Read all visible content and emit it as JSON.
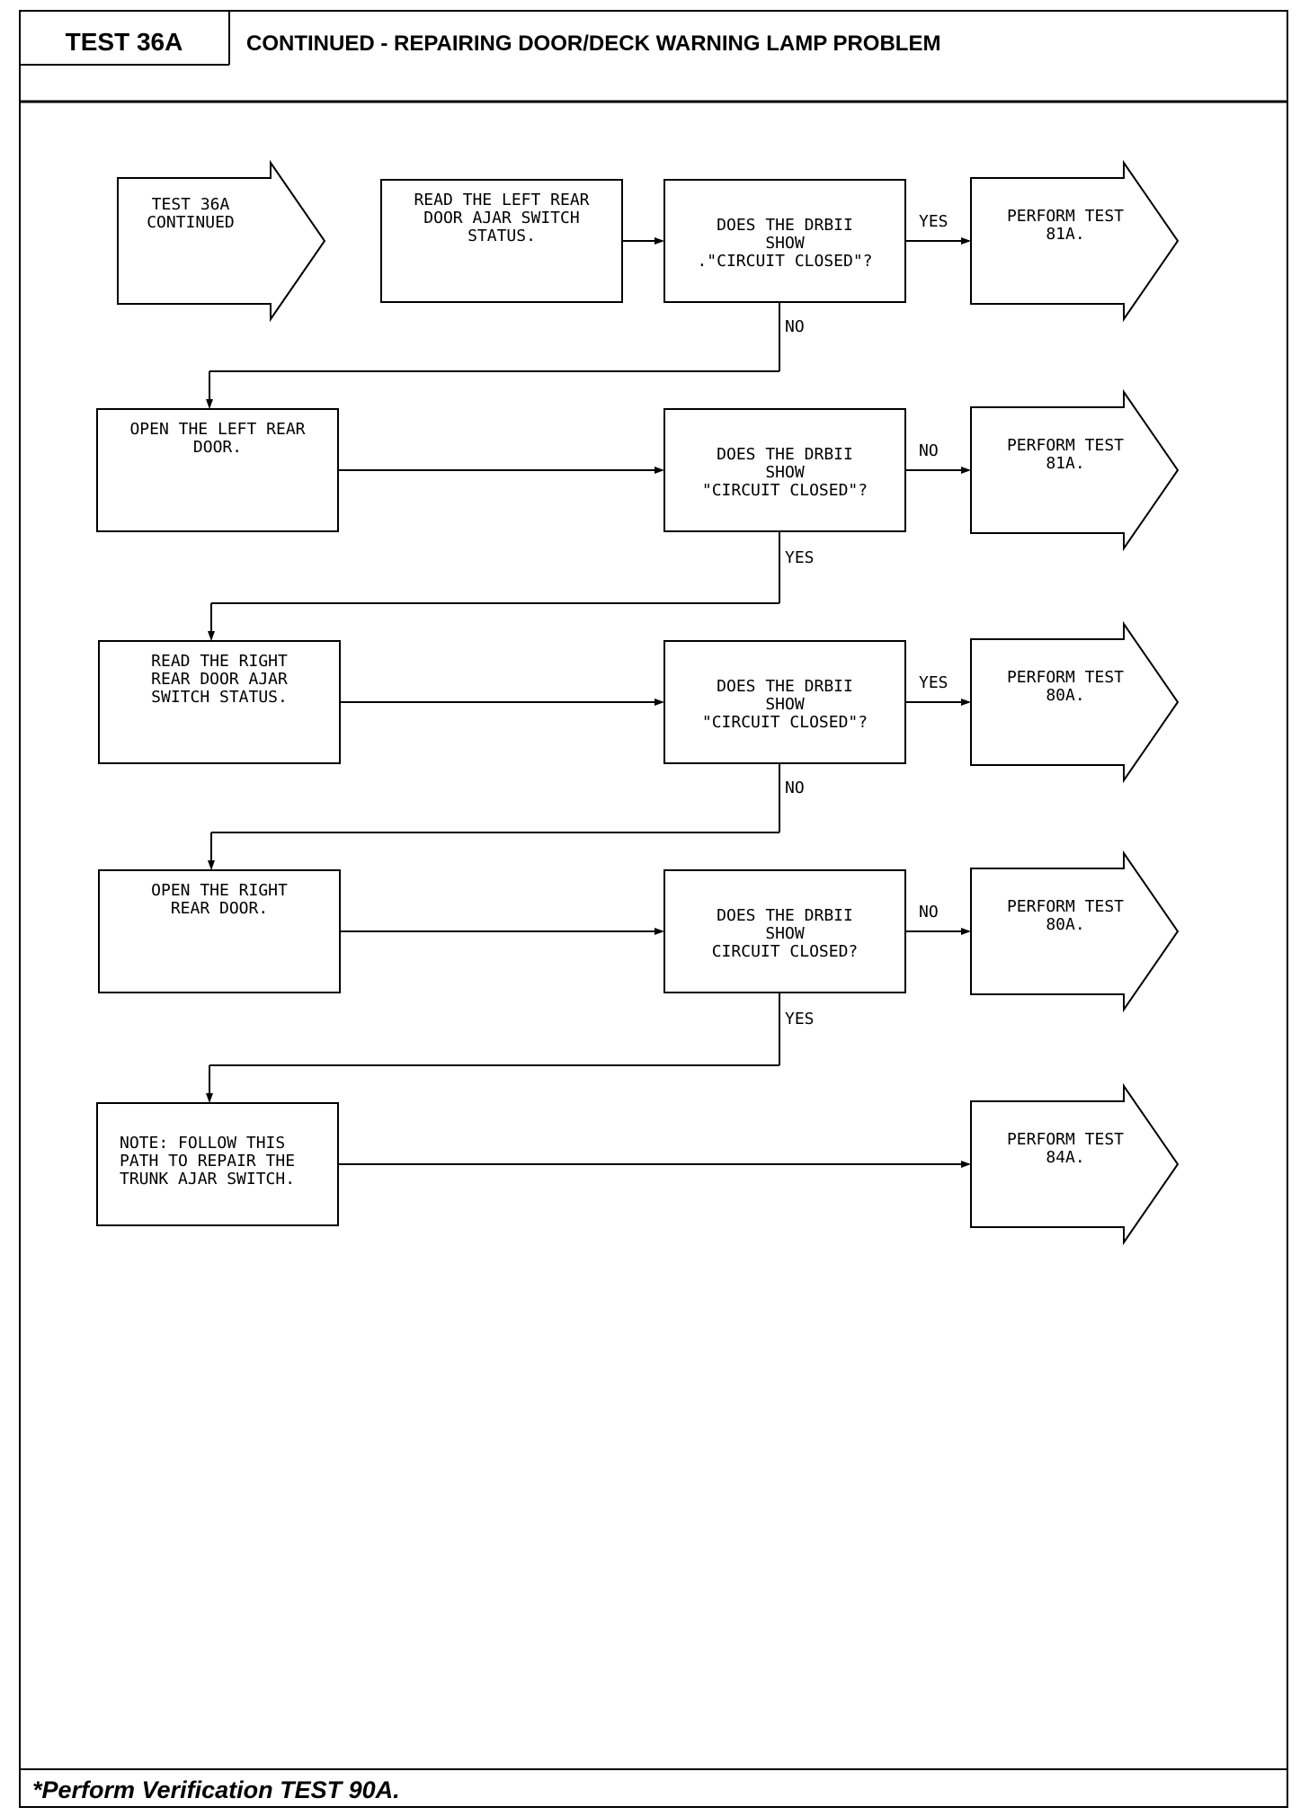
{
  "header": {
    "test_id": "TEST 36A",
    "title": "CONTINUED - REPAIRING DOOR/DECK WARNING LAMP PROBLEM"
  },
  "footer": {
    "note": "*Perform Verification TEST 90A."
  },
  "flowchart": {
    "start": {
      "lines": [
        "TEST 36A",
        "CONTINUED"
      ]
    },
    "rows": [
      {
        "action": [
          "READ THE LEFT REAR",
          "DOOR AJAR SWITCH",
          "STATUS."
        ],
        "question": [
          "DOES THE DRBII",
          "SHOW",
          ".\"CIRCUIT CLOSED\"?"
        ],
        "right_label": "YES",
        "result": [
          "PERFORM TEST",
          "81A."
        ],
        "down_label": "NO"
      },
      {
        "action": [
          "OPEN THE LEFT REAR",
          "DOOR."
        ],
        "question": [
          "DOES THE DRBII",
          "SHOW",
          "\"CIRCUIT CLOSED\"?"
        ],
        "right_label": "NO",
        "result": [
          "PERFORM TEST",
          "81A."
        ],
        "down_label": "YES"
      },
      {
        "action": [
          "READ THE RIGHT",
          "REAR DOOR AJAR",
          "SWITCH STATUS."
        ],
        "question": [
          "DOES THE DRBII",
          "SHOW",
          "\"CIRCUIT CLOSED\"?"
        ],
        "right_label": "YES",
        "result": [
          "PERFORM TEST",
          "80A."
        ],
        "down_label": "NO"
      },
      {
        "action": [
          "OPEN THE RIGHT",
          "REAR DOOR."
        ],
        "question": [
          "DOES THE DRBII",
          "SHOW",
          "CIRCUIT CLOSED?"
        ],
        "right_label": "NO",
        "result": [
          "PERFORM TEST",
          "80A."
        ],
        "down_label": "YES"
      }
    ],
    "final": {
      "note": [
        "NOTE: FOLLOW THIS",
        "PATH TO REPAIR THE",
        "TRUNK AJAR SWITCH."
      ],
      "result": [
        "PERFORM TEST",
        "84A."
      ]
    }
  }
}
